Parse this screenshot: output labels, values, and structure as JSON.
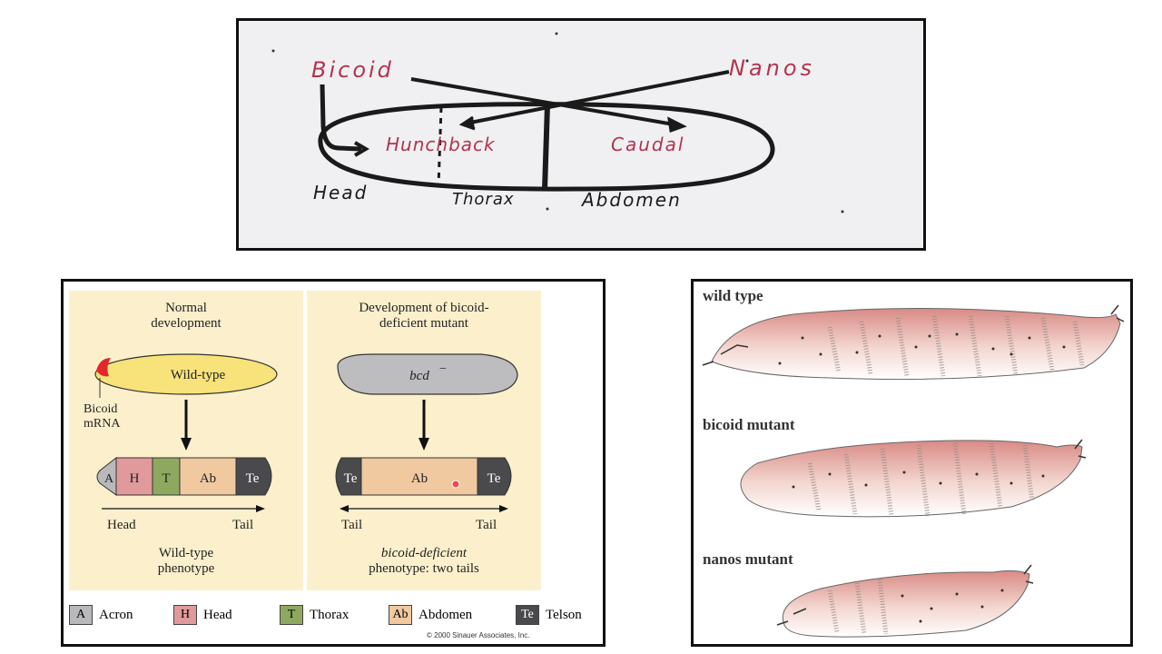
{
  "sketch": {
    "bicoid": "Bicoid",
    "nanos": "Nanos",
    "hunchback": "Hunchback",
    "caudal": "Caudal",
    "head": "Head",
    "thorax": "Thorax",
    "abdomen": "Abdomen"
  },
  "figure_a": {
    "left_title_1": "Normal",
    "left_title_2": "development",
    "right_title_1": "Development of bicoid-",
    "right_title_2": "deficient mutant",
    "wild_type": "Wild-type",
    "bcd": "bcd",
    "bcd_sup": "−",
    "bicoid_label_1": "Bicoid",
    "bicoid_label_2": "mRNA",
    "seg_a": "A",
    "seg_h": "H",
    "seg_t": "T",
    "seg_ab": "Ab",
    "seg_te": "Te",
    "head": "Head",
    "tail": "Tail",
    "left_pheno_1": "Wild-type",
    "left_pheno_2": "phenotype",
    "right_pheno_1": "bicoid-deficient",
    "right_pheno_2": "phenotype: two tails",
    "legend": [
      {
        "abbr": "A",
        "label": "Acron",
        "color": "#b9b9bb"
      },
      {
        "abbr": "H",
        "label": "Head",
        "color": "#e09a9c"
      },
      {
        "abbr": "T",
        "label": "Thorax",
        "color": "#8fa860"
      },
      {
        "abbr": "Ab",
        "label": "Abdomen",
        "color": "#f0c9a0"
      },
      {
        "abbr": "Te",
        "label": "Telson",
        "color": "#4a4a4c"
      }
    ],
    "copyright": "© 2000 Sinauer Associates, Inc."
  },
  "figure_b": {
    "wild_type": "wild type",
    "bicoid_mutant": "bicoid mutant",
    "nanos_mutant": "nanos mutant"
  }
}
